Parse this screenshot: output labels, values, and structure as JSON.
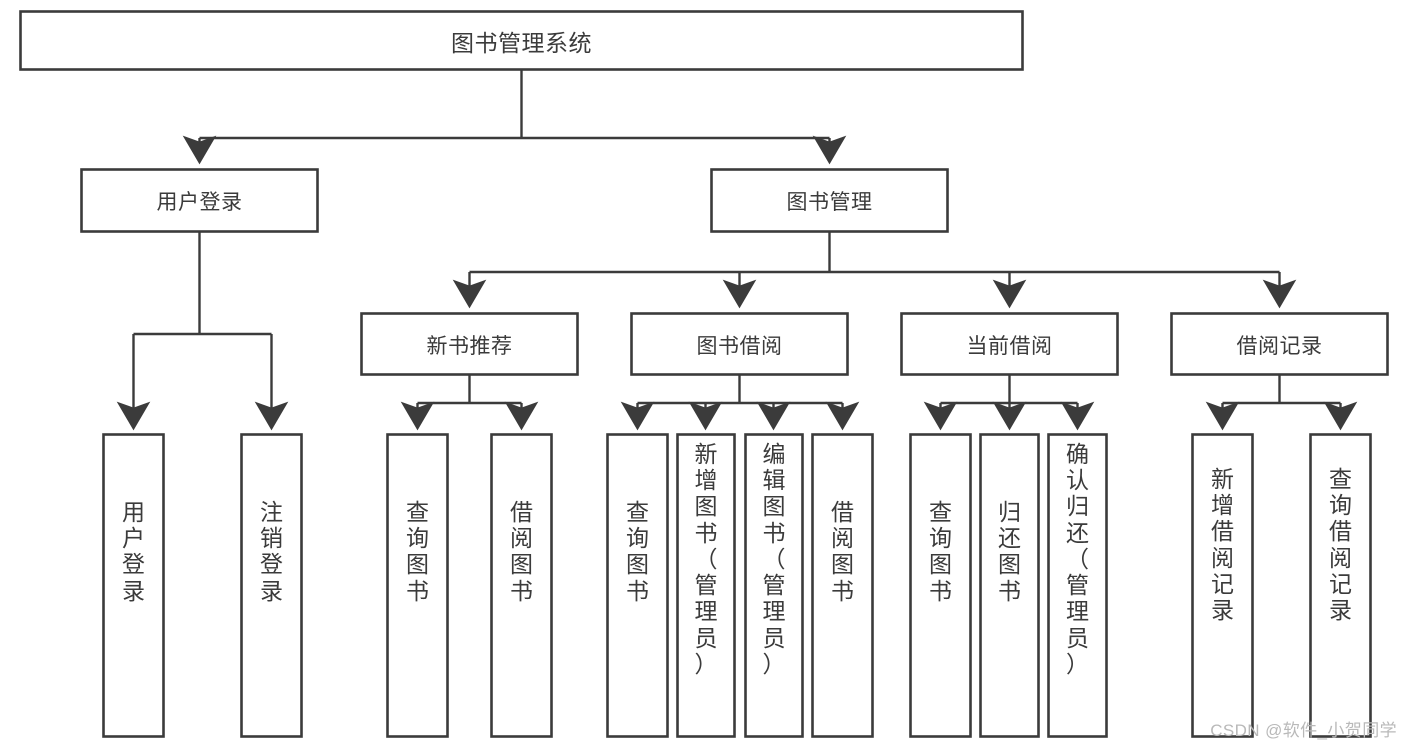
{
  "diagram": {
    "type": "hierarchy-tree",
    "title": "图书管理系统",
    "watermark": "CSDN @软件_小贺同学",
    "colors": {
      "box_stroke": "#3b3b3b",
      "box_fill": "#ffffff",
      "connector": "#3b3b3b",
      "text": "#3b3b3b",
      "background": "#ffffff",
      "watermark": "#b9b9b9"
    },
    "root": {
      "label": "图书管理系统"
    },
    "level1": [
      {
        "label": "用户登录"
      },
      {
        "label": "图书管理"
      }
    ],
    "level2": [
      {
        "label": "新书推荐"
      },
      {
        "label": "图书借阅"
      },
      {
        "label": "当前借阅"
      },
      {
        "label": "借阅记录"
      }
    ],
    "leaves": {
      "user_login": [
        {
          "label": "用户登录",
          "chars": [
            "用",
            "户",
            "登",
            "录"
          ]
        },
        {
          "label": "注销登录",
          "chars": [
            "注",
            "销",
            "登",
            "录"
          ]
        }
      ],
      "new_book_recommend": [
        {
          "label": "查询图书",
          "chars": [
            "查",
            "询",
            "图",
            "书"
          ]
        },
        {
          "label": "借阅图书",
          "chars": [
            "借",
            "阅",
            "图",
            "书"
          ]
        }
      ],
      "book_borrow": [
        {
          "label": "查询图书",
          "chars": [
            "查",
            "询",
            "图",
            "书"
          ]
        },
        {
          "label": "新增图书（管理员）",
          "chars": [
            "新",
            "增",
            "图",
            "书",
            "（",
            "管",
            "理",
            "员",
            "）"
          ]
        },
        {
          "label": "编辑图书（管理员）",
          "chars": [
            "编",
            "辑",
            "图",
            "书",
            "（",
            "管",
            "理",
            "员",
            "）"
          ]
        },
        {
          "label": "借阅图书",
          "chars": [
            "借",
            "阅",
            "图",
            "书"
          ]
        }
      ],
      "current_borrow": [
        {
          "label": "查询图书",
          "chars": [
            "查",
            "询",
            "图",
            "书"
          ]
        },
        {
          "label": "归还图书",
          "chars": [
            "归",
            "还",
            "图",
            "书"
          ]
        },
        {
          "label": "确认归还（管理员）",
          "chars": [
            "确",
            "认",
            "归",
            "还",
            "（",
            "管",
            "理",
            "员",
            "）"
          ]
        }
      ],
      "borrow_record": [
        {
          "label": "新增借阅记录",
          "chars": [
            "新",
            "增",
            "借",
            "阅",
            "记",
            "录"
          ]
        },
        {
          "label": "查询借阅记录",
          "chars": [
            "查",
            "询",
            "借",
            "阅",
            "记",
            "录"
          ]
        }
      ]
    }
  }
}
